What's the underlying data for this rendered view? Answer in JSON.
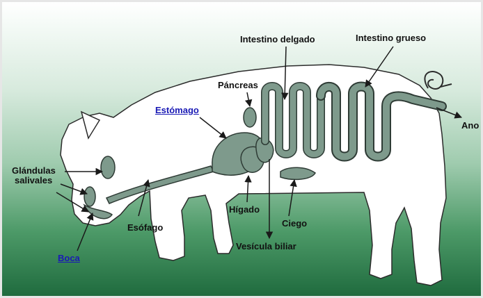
{
  "labels": {
    "intestino_delgado": "Intestino delgado",
    "intestino_grueso": "Intestino grueso",
    "pancreas": "Páncreas",
    "estomago": "Estómago",
    "ano": "Ano",
    "glandulas_line1": "Glándulas",
    "glandulas_line2": "salivales",
    "esofago": "Esófago",
    "higado": "Hígado",
    "ciego": "Ciego",
    "vesicula_biliar": "Vesícula biliar",
    "boca": "Boca"
  },
  "colors": {
    "body_fill": "#ffffff",
    "outline": "#2b2b2b",
    "organ_fill": "#7e9a8c",
    "organ_stroke": "#2e3b35",
    "link": "#1a1ab5"
  }
}
